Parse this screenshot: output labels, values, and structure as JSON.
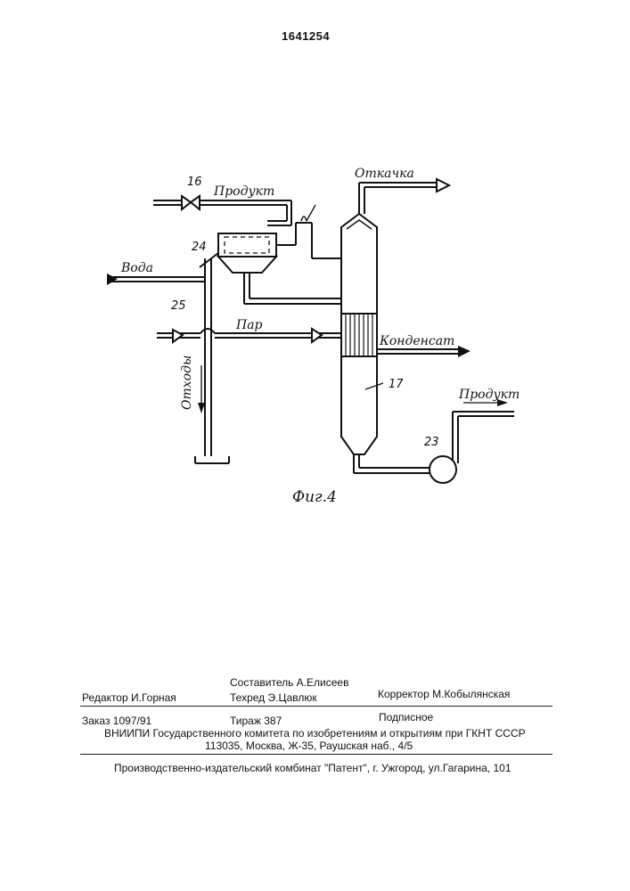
{
  "patent_number": "1641254",
  "figure": {
    "caption": "Фиг.4",
    "labels": {
      "product_in": "Продукт",
      "pumpout": "Откачка",
      "water": "Вода",
      "steam": "Пар",
      "condensate": "Конденсат",
      "waste": "Отходы",
      "product_out": "Продукт"
    },
    "numbers": {
      "valve": "16",
      "separator": "24",
      "drain_pipe": "25",
      "column": "17",
      "pump": "23"
    }
  },
  "imprint": {
    "compiler": "Составитель  А.Елисеев",
    "editor": "Редактор  И.Горная",
    "techred": "Техред Э.Цавлюк",
    "corrector": "Корректор  М.Кобылянская",
    "order": "Заказ  1097/91",
    "circulation": "Тираж 387",
    "subscription": "Подписное",
    "vniipi": "ВНИИПИ Государственного комитета по изобретениям и открытиям при ГКНТ СССР",
    "address": "113035, Москва, Ж-35, Раушская наб., 4/5",
    "publisher": "Производственно-издательский комбинат \"Патент\", г. Ужгород, ул.Гагарина, 101"
  }
}
